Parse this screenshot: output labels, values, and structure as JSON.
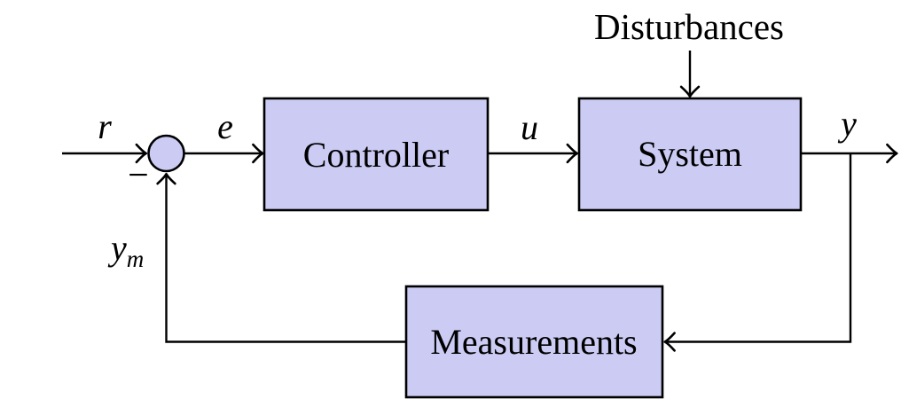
{
  "diagram": {
    "blocks": {
      "controller": "Controller",
      "system": "System",
      "measurements": "Measurements"
    },
    "labels": {
      "reference": "r",
      "error": "e",
      "control": "u",
      "output": "y",
      "measured_base": "y",
      "measured_subscript": "m",
      "disturbances": "Disturbances",
      "minus": "−"
    },
    "colors": {
      "block_fill": "#cbcbf4",
      "line": "#000000",
      "background": "#ffffff"
    }
  }
}
